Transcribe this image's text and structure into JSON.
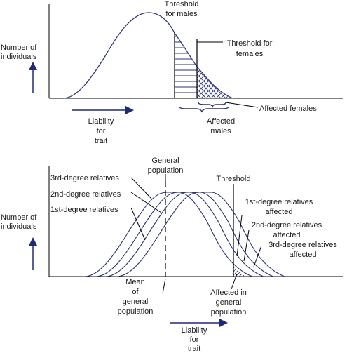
{
  "top": {
    "y_label": [
      "Number of",
      "individuals"
    ],
    "threshold_males": [
      "Threshold",
      "for males"
    ],
    "threshold_females": [
      "Threshold for",
      "females"
    ],
    "affected_females": "Affected females",
    "affected_males": [
      "Affected",
      "males"
    ],
    "liability": [
      "Liability",
      "for",
      "trait"
    ]
  },
  "bottom": {
    "y_label": [
      "Number of",
      "individuals"
    ],
    "general_population": [
      "General",
      "population"
    ],
    "threshold": "Threshold",
    "rel3": "3rd-degree relatives",
    "rel2": "2nd-degree relatives",
    "rel1": "1st-degree relatives",
    "rel1_affected": [
      "1st-degree relatives",
      "affected"
    ],
    "rel2_affected": [
      "2nd-degree relatives",
      "affected"
    ],
    "rel3_affected": [
      "3rd-degree relatives",
      "affected"
    ],
    "mean": [
      "Mean",
      "of",
      "general",
      "population"
    ],
    "affected_general": [
      "Affected in",
      "general",
      "population"
    ],
    "liability": [
      "Liability",
      "for",
      "trait"
    ]
  },
  "colors": {
    "curve": "#2b2f7a",
    "line": "#000000",
    "arrow": "#1e2a78"
  }
}
